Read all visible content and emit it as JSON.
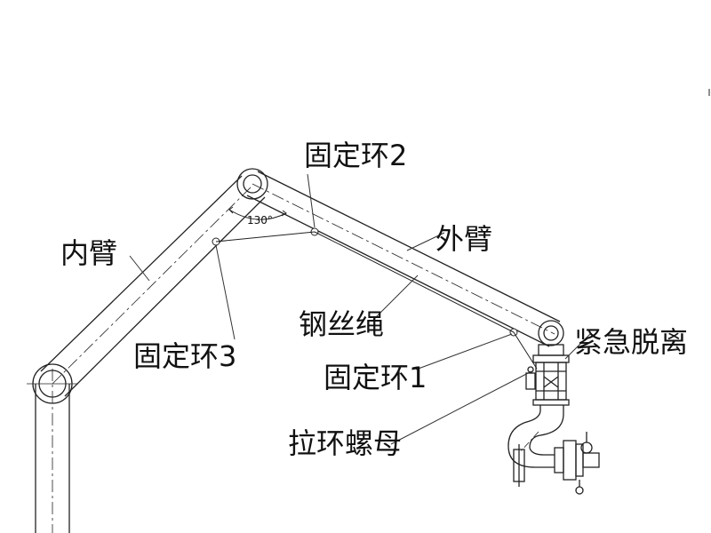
{
  "diagram": {
    "labels": {
      "inner_arm": "内臂",
      "outer_arm": "外臂",
      "fixed_ring_1": "固定环1",
      "fixed_ring_2": "固定环2",
      "fixed_ring_3": "固定环3",
      "wire_rope": "钢丝绳",
      "emergency_release": "紧急脱离",
      "pull_ring_nut": "拉环螺母",
      "angle": "130°"
    },
    "colors": {
      "line": "#222222",
      "leader": "#333333",
      "background": "#ffffff"
    }
  }
}
